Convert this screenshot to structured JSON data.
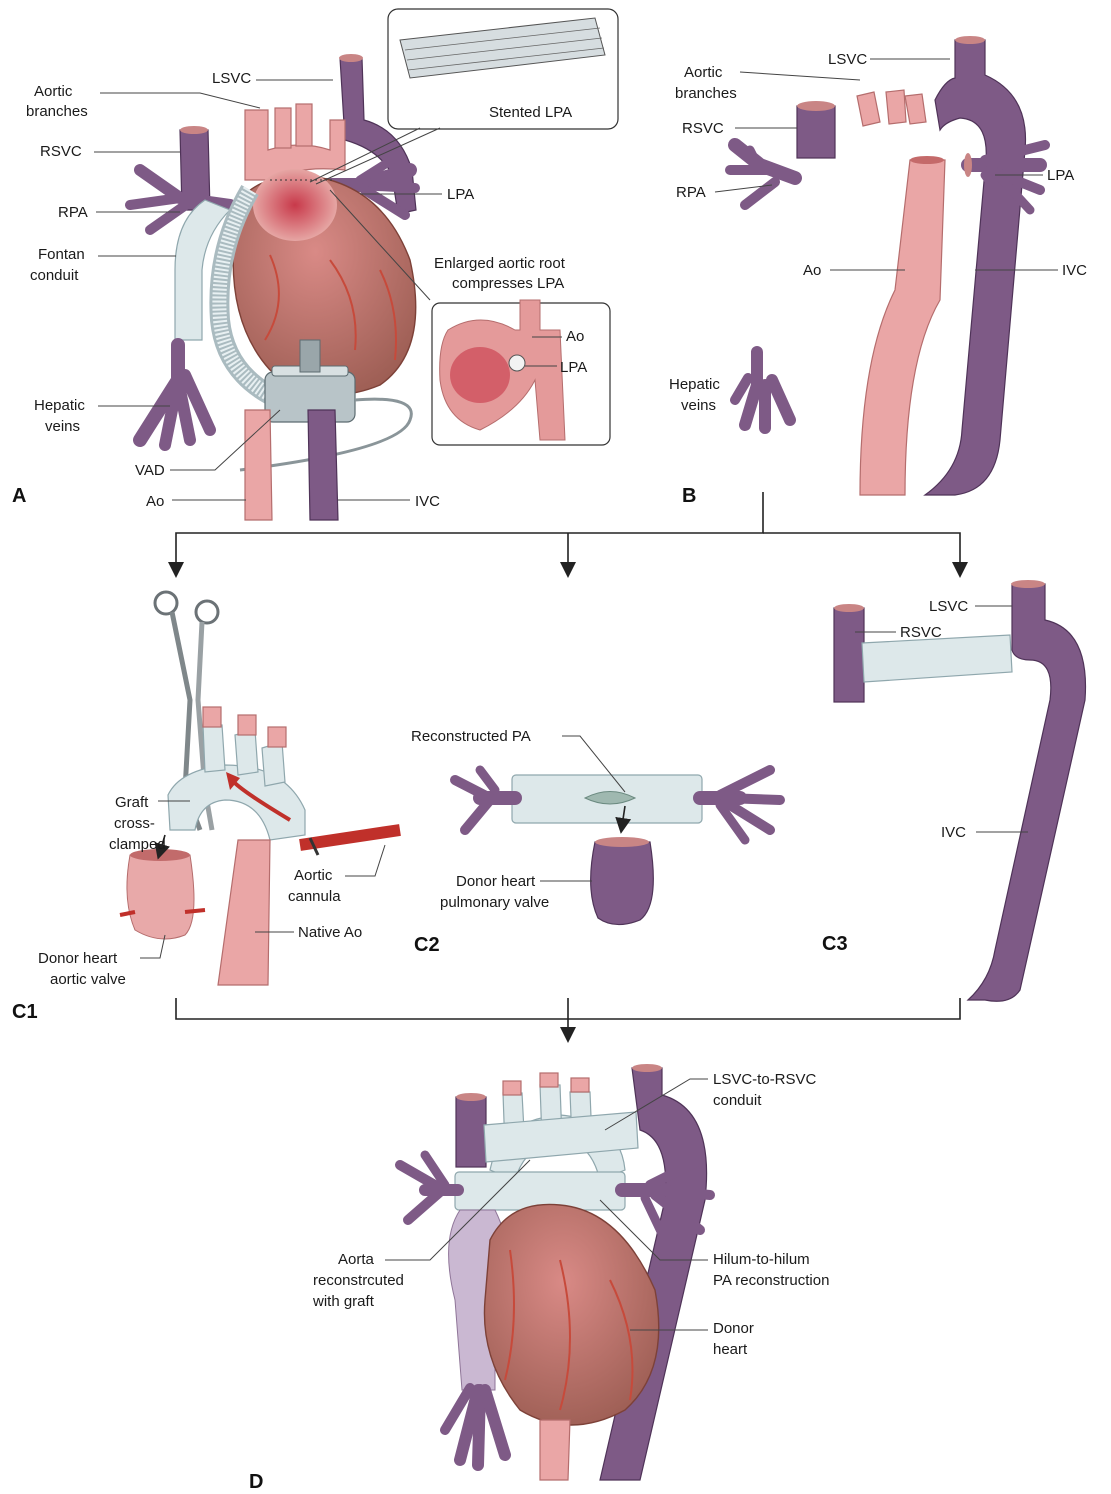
{
  "panels": {
    "A": "A",
    "B": "B",
    "C1": "C1",
    "C2": "C2",
    "C3": "C3",
    "D": "D"
  },
  "panel_a": {
    "lsvc": "LSVC",
    "aortic_branches_1": "Aortic",
    "aortic_branches_2": "branches",
    "rsvc": "RSVC",
    "rpa": "RPA",
    "fontan_1": "Fontan",
    "fontan_2": "conduit",
    "hepatic_1": "Hepatic",
    "hepatic_2": "veins",
    "vad": "VAD",
    "ao": "Ao",
    "ivc": "IVC",
    "lpa": "LPA",
    "stented_lpa": "Stented LPA",
    "enlarged_1": "Enlarged aortic root",
    "enlarged_2": "compresses LPA",
    "inset_ao": "Ao",
    "inset_lpa": "LPA"
  },
  "panel_b": {
    "aortic_branches_1": "Aortic",
    "aortic_branches_2": "branches",
    "lsvc": "LSVC",
    "rsvc": "RSVC",
    "rpa": "RPA",
    "lpa": "LPA",
    "ao": "Ao",
    "ivc": "IVC",
    "hepatic_1": "Hepatic",
    "hepatic_2": "veins"
  },
  "panel_c1": {
    "graft_1": "Graft",
    "graft_2": "cross-",
    "graft_3": "clamped",
    "aortic_cannula_1": "Aortic",
    "aortic_cannula_2": "cannula",
    "native_ao": "Native Ao",
    "donor_1": "Donor heart",
    "donor_2": "aortic valve"
  },
  "panel_c2": {
    "reconstructed_pa": "Reconstructed PA",
    "donor_1": "Donor heart",
    "donor_2": "pulmonary valve"
  },
  "panel_c3": {
    "lsvc": "LSVC",
    "rsvc": "RSVC",
    "ivc": "IVC"
  },
  "panel_d": {
    "conduit_1": "LSVC-to-RSVC",
    "conduit_2": "conduit",
    "aorta_1": "Aorta",
    "aorta_2": "reconstrcuted",
    "aorta_3": "with graft",
    "hilum_1": "Hilum-to-hilum",
    "hilum_2": "PA reconstruction",
    "donor_1": "Donor",
    "donor_2": "heart"
  },
  "colors": {
    "vein": "#7e5a86",
    "artery": "#eaa6a6",
    "graft": "#dde8ea",
    "heart": "#b97468",
    "cannula": "#c0302a"
  }
}
